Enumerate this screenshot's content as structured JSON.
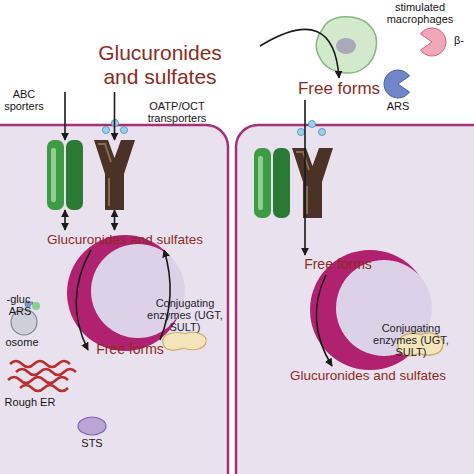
{
  "diagram": {
    "nodes": [
      {
        "text": [
          "Glucuronides and sulfates"
        ]
      },
      {
        "text": [
          "Free forms"
        ]
      },
      {
        "text": [
          "ABC sporters"
        ]
      },
      {
        "text": [
          "OATP/OCT transporters"
        ]
      },
      {
        "text": [
          "Glucuronides and sulfates"
        ]
      },
      {
        "text": [
          "Free forms"
        ]
      },
      {
        "text": [
          "Conjugating enzymes (UGT, SULT)"
        ]
      },
      {
        "text": [
          "Free forms"
        ]
      },
      {
        "text": [
          "Conjugating enzymes (UGT, SULT)"
        ]
      },
      {
        "text": [
          "Glucuronides and sulfates"
        ]
      }
    ],
    "edges": [
      {
        "from": 0,
        "to": 2,
        "arrow": "to"
      },
      {
        "from": 0,
        "to": 3,
        "arrow": "to"
      },
      {
        "from": 2,
        "to": 4,
        "arrow": "both"
      },
      {
        "from": 3,
        "to": 4,
        "arrow": "both"
      },
      {
        "from": 0,
        "to": 1,
        "arrow": "to"
      },
      {
        "from": 4,
        "to": 5,
        "arrow": "to"
      },
      {
        "from": 5,
        "to": 4,
        "arrow": "to"
      },
      {
        "from": 1,
        "to": 7,
        "arrow": "to"
      },
      {
        "from": 7,
        "to": 9,
        "arrow": "to"
      }
    ],
    "labels": [
      "stimulated macrophages",
      "β-",
      "ARS",
      "-gluc, ARS",
      "osome",
      "Rough ER",
      "STS"
    ]
  }
}
